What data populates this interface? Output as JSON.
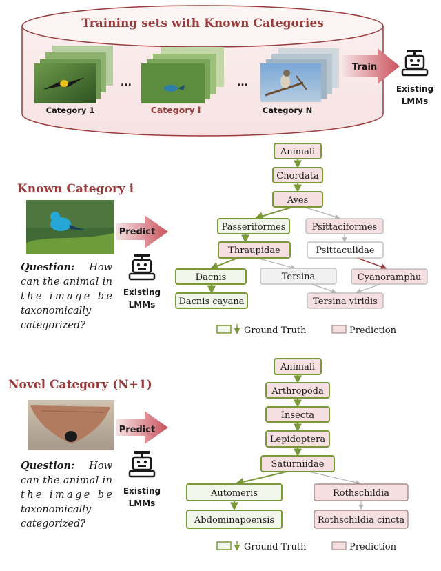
{
  "colors": {
    "maroon": "#9a3b3b",
    "green": "#7a9a3a",
    "gt_fill": "#f2f6ea",
    "pred_fill": "#f5dfe0",
    "gray_fill": "#f1f1f1",
    "gray_stroke": "#b5b5b5",
    "arrow_pink": "#d98a8f"
  },
  "training": {
    "title": "Training sets with Known Categories",
    "labels": [
      "Category 1",
      "Category i",
      "Category N"
    ],
    "ellipsis": "...",
    "train_label": "Train",
    "model_label": [
      "Existing",
      "LMMs"
    ]
  },
  "known": {
    "heading": "Known Category i",
    "predict_label": "Predict",
    "model_label": [
      "Existing",
      "LMMs"
    ],
    "question_bold": "Question:",
    "question_lines": [
      "How",
      "can the animal in",
      "the image be",
      "taxonomically",
      "categorized?"
    ],
    "nodes": {
      "animali": "Animali",
      "chordata": "Chordata",
      "aves": "Aves",
      "passeriformes": "Passeriformes",
      "psittaciformes": "Psittaciformes",
      "thraupidae": "Thraupidae",
      "psittaculidae": "Psittaculidae",
      "dacnis": "Dacnis",
      "tersina": "Tersina",
      "cyanoramphu": "Cyanoramphu",
      "dacnis_cayana": "Dacnis cayana",
      "tersina_viridis": "Tersina viridis"
    },
    "legend": {
      "ground_truth": "Ground Truth",
      "prediction": "Prediction"
    }
  },
  "novel": {
    "heading": "Novel Category (N+1)",
    "predict_label": "Predict",
    "model_label": [
      "Existing",
      "LMMs"
    ],
    "question_bold": "Question:",
    "question_lines": [
      "How",
      "can the animal in",
      "the image be",
      "taxonomically",
      "categorized?"
    ],
    "nodes": {
      "animali": "Animali",
      "arthropoda": "Arthropoda",
      "insecta": "Insecta",
      "lepidoptera": "Lepidoptera",
      "saturniidae": "Saturniidae",
      "automeris": "Automeris",
      "rothschildia": "Rothschildia",
      "abdominapoensis": "Abdominapoensis",
      "rothschildia_cincta": "Rothschildia cincta"
    },
    "legend": {
      "ground_truth": "Ground Truth",
      "prediction": "Prediction"
    }
  }
}
